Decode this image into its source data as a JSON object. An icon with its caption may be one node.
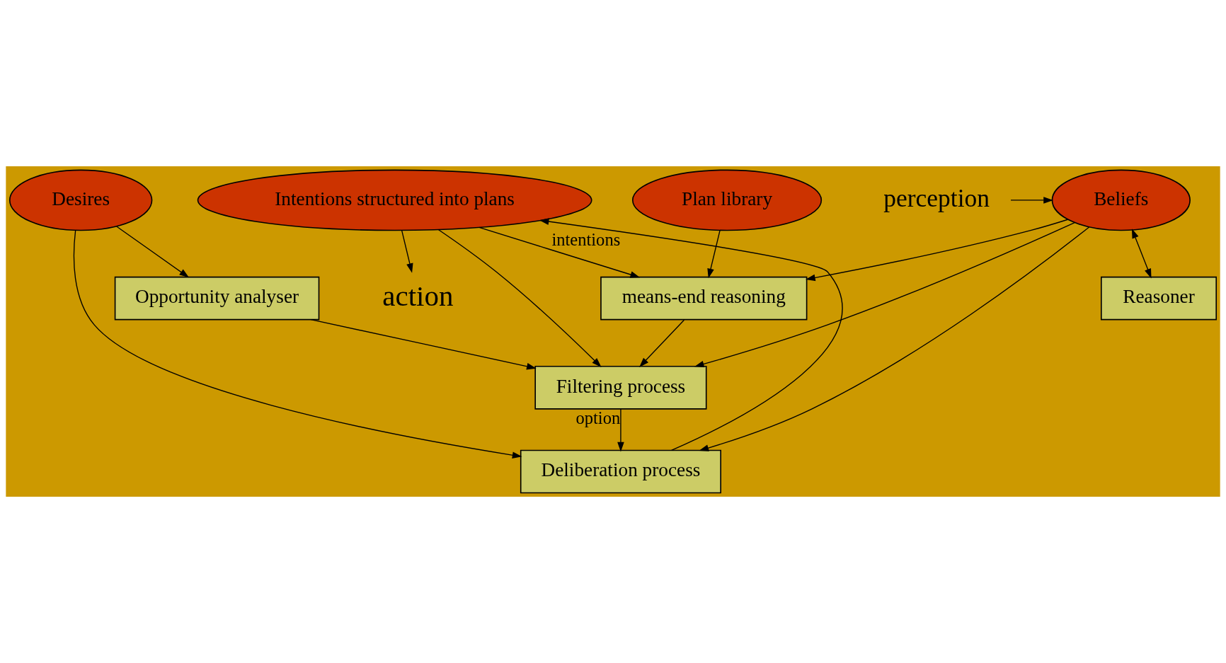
{
  "diagram": {
    "nodes": [
      {
        "text": [
          "Plan library"
        ]
      },
      {
        "text": [
          "Intentions structured into plans"
        ]
      },
      {
        "text": [
          "action"
        ]
      },
      {
        "text": [
          "means-end reasoning"
        ]
      },
      {
        "text": [
          "Opportunity analyser"
        ]
      },
      {
        "text": [
          "Filtering process"
        ]
      },
      {
        "text": [
          "perception"
        ]
      },
      {
        "text": [
          "Beliefs"
        ]
      },
      {
        "text": [
          "Deliberation process"
        ]
      },
      {
        "text": [
          "Desires"
        ]
      },
      {
        "text": [
          "Reasoner"
        ]
      }
    ],
    "edges": [
      {
        "from": 0,
        "to": 3,
        "arrow": "to"
      },
      {
        "from": 1,
        "to": 3,
        "arrow": "to"
      },
      {
        "from": 1,
        "to": 2,
        "arrow": "to"
      },
      {
        "from": 1,
        "to": 5,
        "arrow": "to"
      },
      {
        "from": 3,
        "to": 5,
        "arrow": "to"
      },
      {
        "from": 4,
        "to": 5,
        "arrow": "to"
      },
      {
        "from": 7,
        "to": 3,
        "arrow": "to"
      },
      {
        "from": 7,
        "to": 5,
        "arrow": "to"
      },
      {
        "from": 5,
        "to": 8,
        "arrow": "to",
        "label": "option"
      },
      {
        "from": 7,
        "to": 8,
        "arrow": "to"
      },
      {
        "from": 9,
        "to": 8,
        "arrow": "to"
      },
      {
        "from": 9,
        "to": 4,
        "arrow": "to"
      },
      {
        "from": 6,
        "to": 7,
        "arrow": "to"
      },
      {
        "from": 7,
        "to": 10,
        "arrow": "both"
      },
      {
        "from": 8,
        "to": 1,
        "arrow": "to",
        "label": "intentions"
      }
    ]
  }
}
